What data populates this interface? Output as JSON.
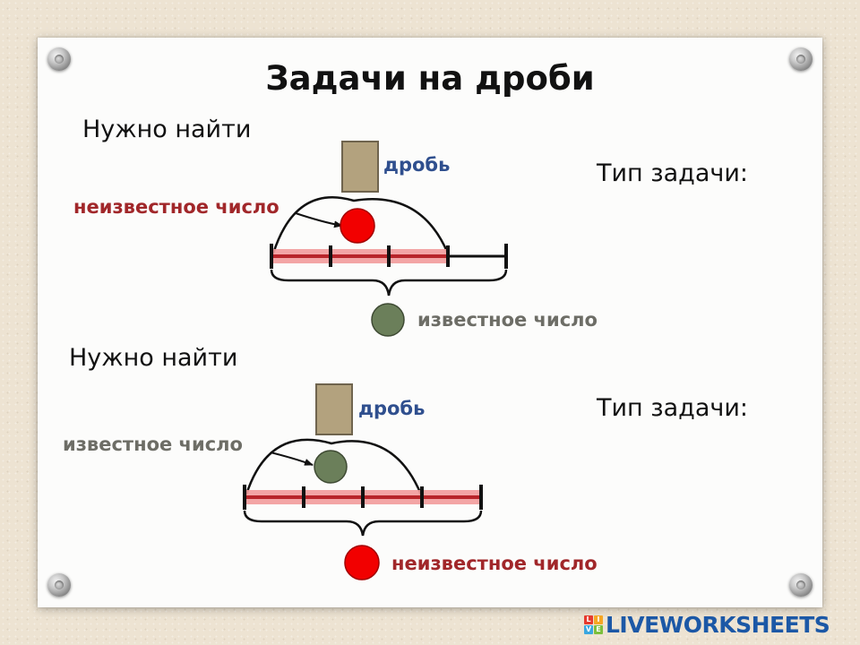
{
  "worksheet": {
    "title": "Задачи на дроби",
    "rows": [
      {
        "prompt": "Нужно найти",
        "task_type_label": "Тип задачи:",
        "fraction_label": "дробь",
        "top_label": "неизвестное число",
        "bottom_label": "известное число",
        "top_circle_color": "#f20000",
        "bottom_circle_color": "#6b7f5a"
      },
      {
        "prompt": "Нужно найти",
        "task_type_label": "Тип задачи:",
        "fraction_label": "дробь",
        "top_label": "известное число",
        "bottom_label": "неизвестное число",
        "top_circle_color": "#6b7f5a",
        "bottom_circle_color": "#f20000"
      }
    ]
  },
  "branding": {
    "logo_letters": [
      "L",
      "I",
      "V",
      "E"
    ],
    "logo_text": "LIVEWORKSHEETS"
  },
  "colors": {
    "segment_highlight": "#f29b9b",
    "segment_line": "#b8252a",
    "fraction_box": "#b3a27e",
    "unknown_circle": "#f20000",
    "known_circle": "#6b7f5a"
  }
}
